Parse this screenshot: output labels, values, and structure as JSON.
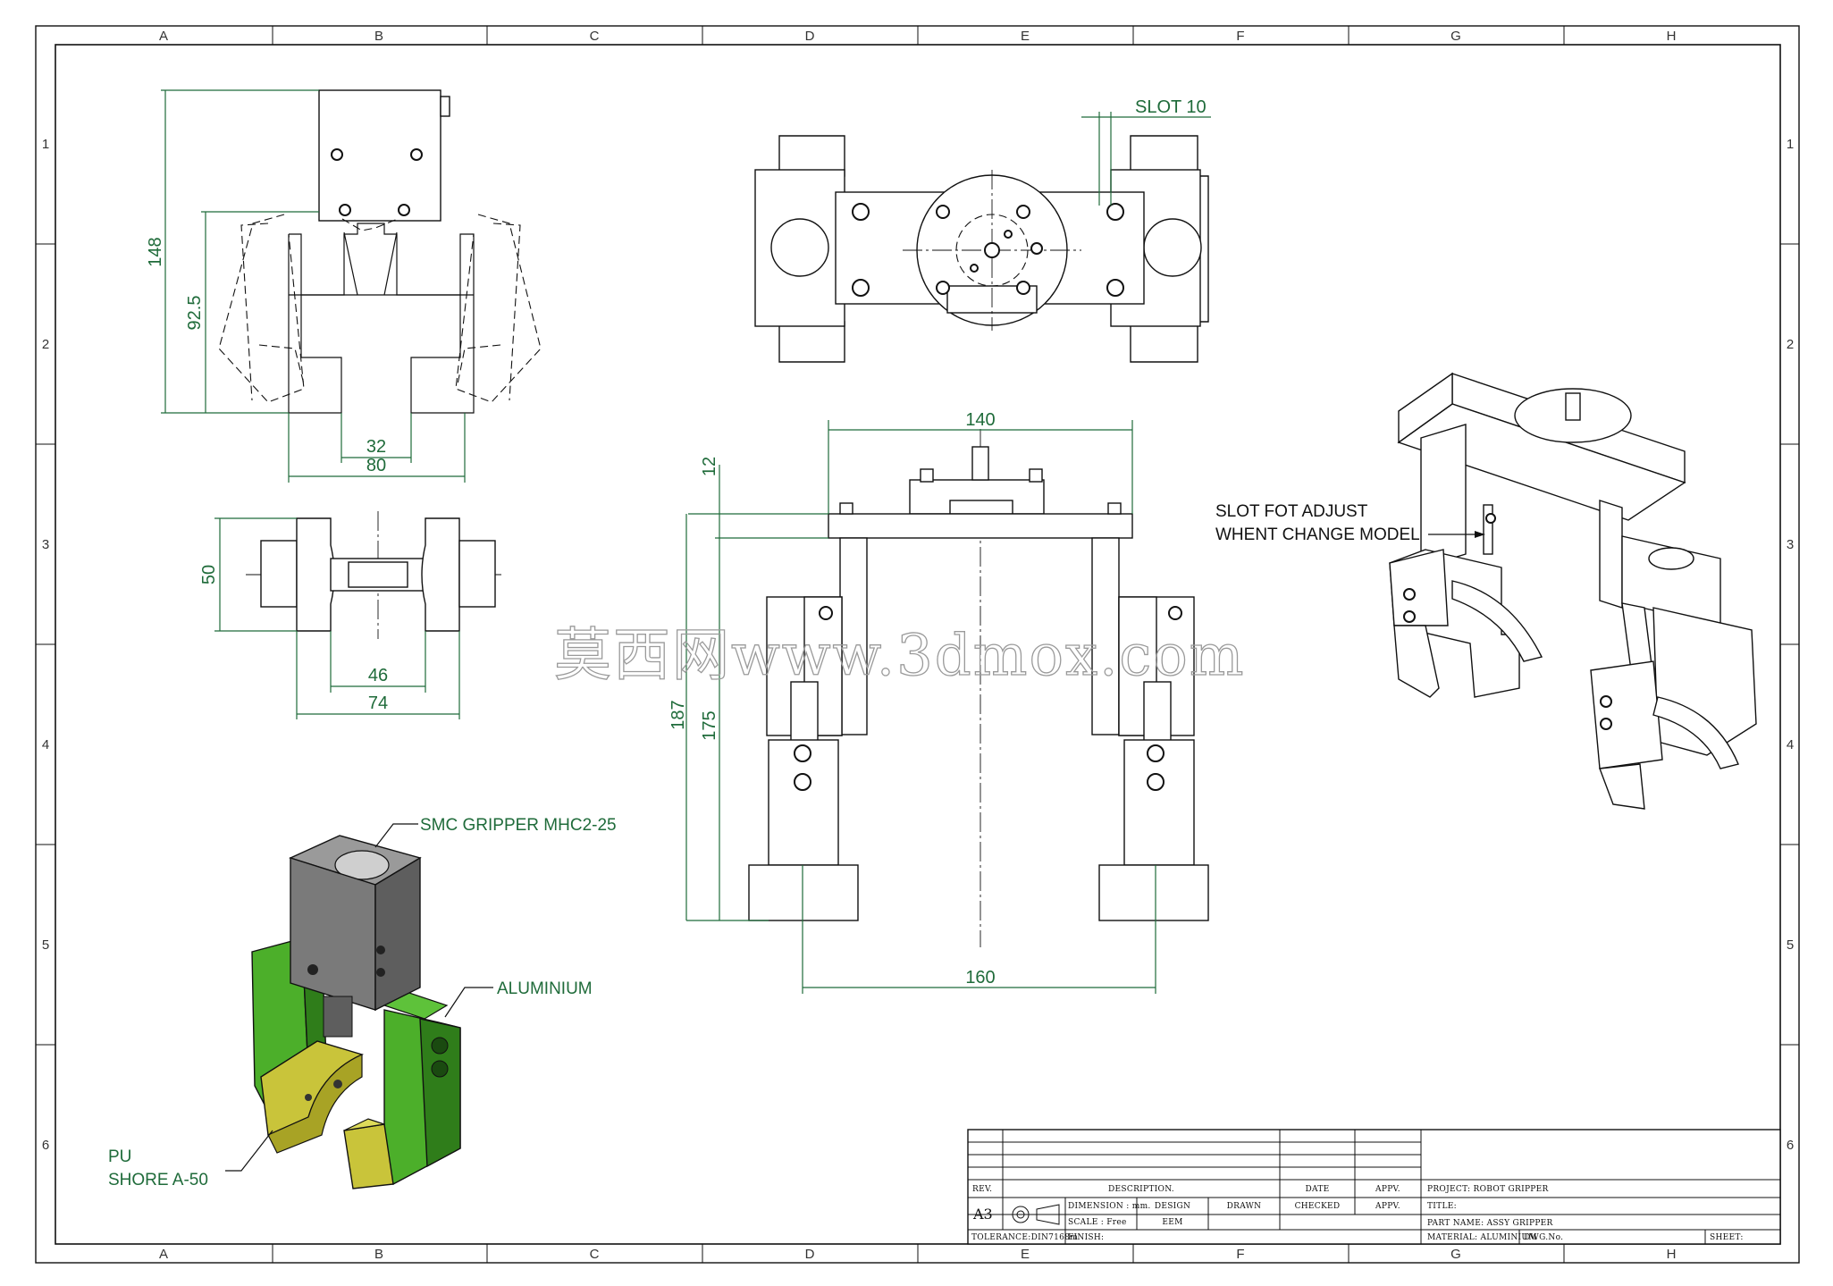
{
  "zones": {
    "columns": [
      "A",
      "B",
      "C",
      "D",
      "E",
      "F",
      "G",
      "H"
    ],
    "rows": [
      "1",
      "2",
      "3",
      "4",
      "5",
      "6"
    ]
  },
  "dimensions": {
    "top_left_height_148": "148",
    "top_left_height_92_5": "92.5",
    "top_left_width_32": "32",
    "top_left_width_80": "80",
    "mid_left_height_50": "50",
    "mid_left_width_46": "46",
    "mid_left_width_74": "74",
    "slot_10": "SLOT 10",
    "front_width_140": "140",
    "front_height_12": "12",
    "front_height_187": "187",
    "front_height_175": "175",
    "front_width_160": "160"
  },
  "notes": {
    "slot_adjust_line1": "SLOT FOT ADJUST",
    "slot_adjust_line2": "WHENT CHANGE MODEL",
    "smc_gripper": "SMC GRIPPER  MHC2-25",
    "aluminium": "ALUMINIUM",
    "pu_line1": "PU",
    "pu_line2": "SHORE A-50"
  },
  "watermark": "莫西网www.3dmox.com",
  "title_block": {
    "rev": "REV.",
    "description": "DESCRIPTION.",
    "date": "DATE",
    "appv": "APPV.",
    "project": "PROJECT: ROBOT GRIPPER",
    "size": "A3",
    "dimension": "DIMENSION : mm.",
    "scale": "SCALE : Free",
    "design": "DESIGN",
    "drawn": "DRAWN",
    "checked": "CHECKED",
    "appv2": "APPV.",
    "design_by": "EEM",
    "title": "TITLE:",
    "part_name": "PART NAME: ASSY GRIPPER",
    "tolerance": "TOLERANCE:DIN7168m",
    "finish": "FINISH:",
    "material": "MATERIAL: ALUMINIUM",
    "dwg_no": "DWG.No.",
    "sheet": "SHEET:"
  },
  "colors": {
    "dimension_green": "#1f6b3a",
    "part_green": "#4caf2a",
    "pu_yellow": "#c9c43a",
    "gripper_gray": "#7a7a7a"
  }
}
